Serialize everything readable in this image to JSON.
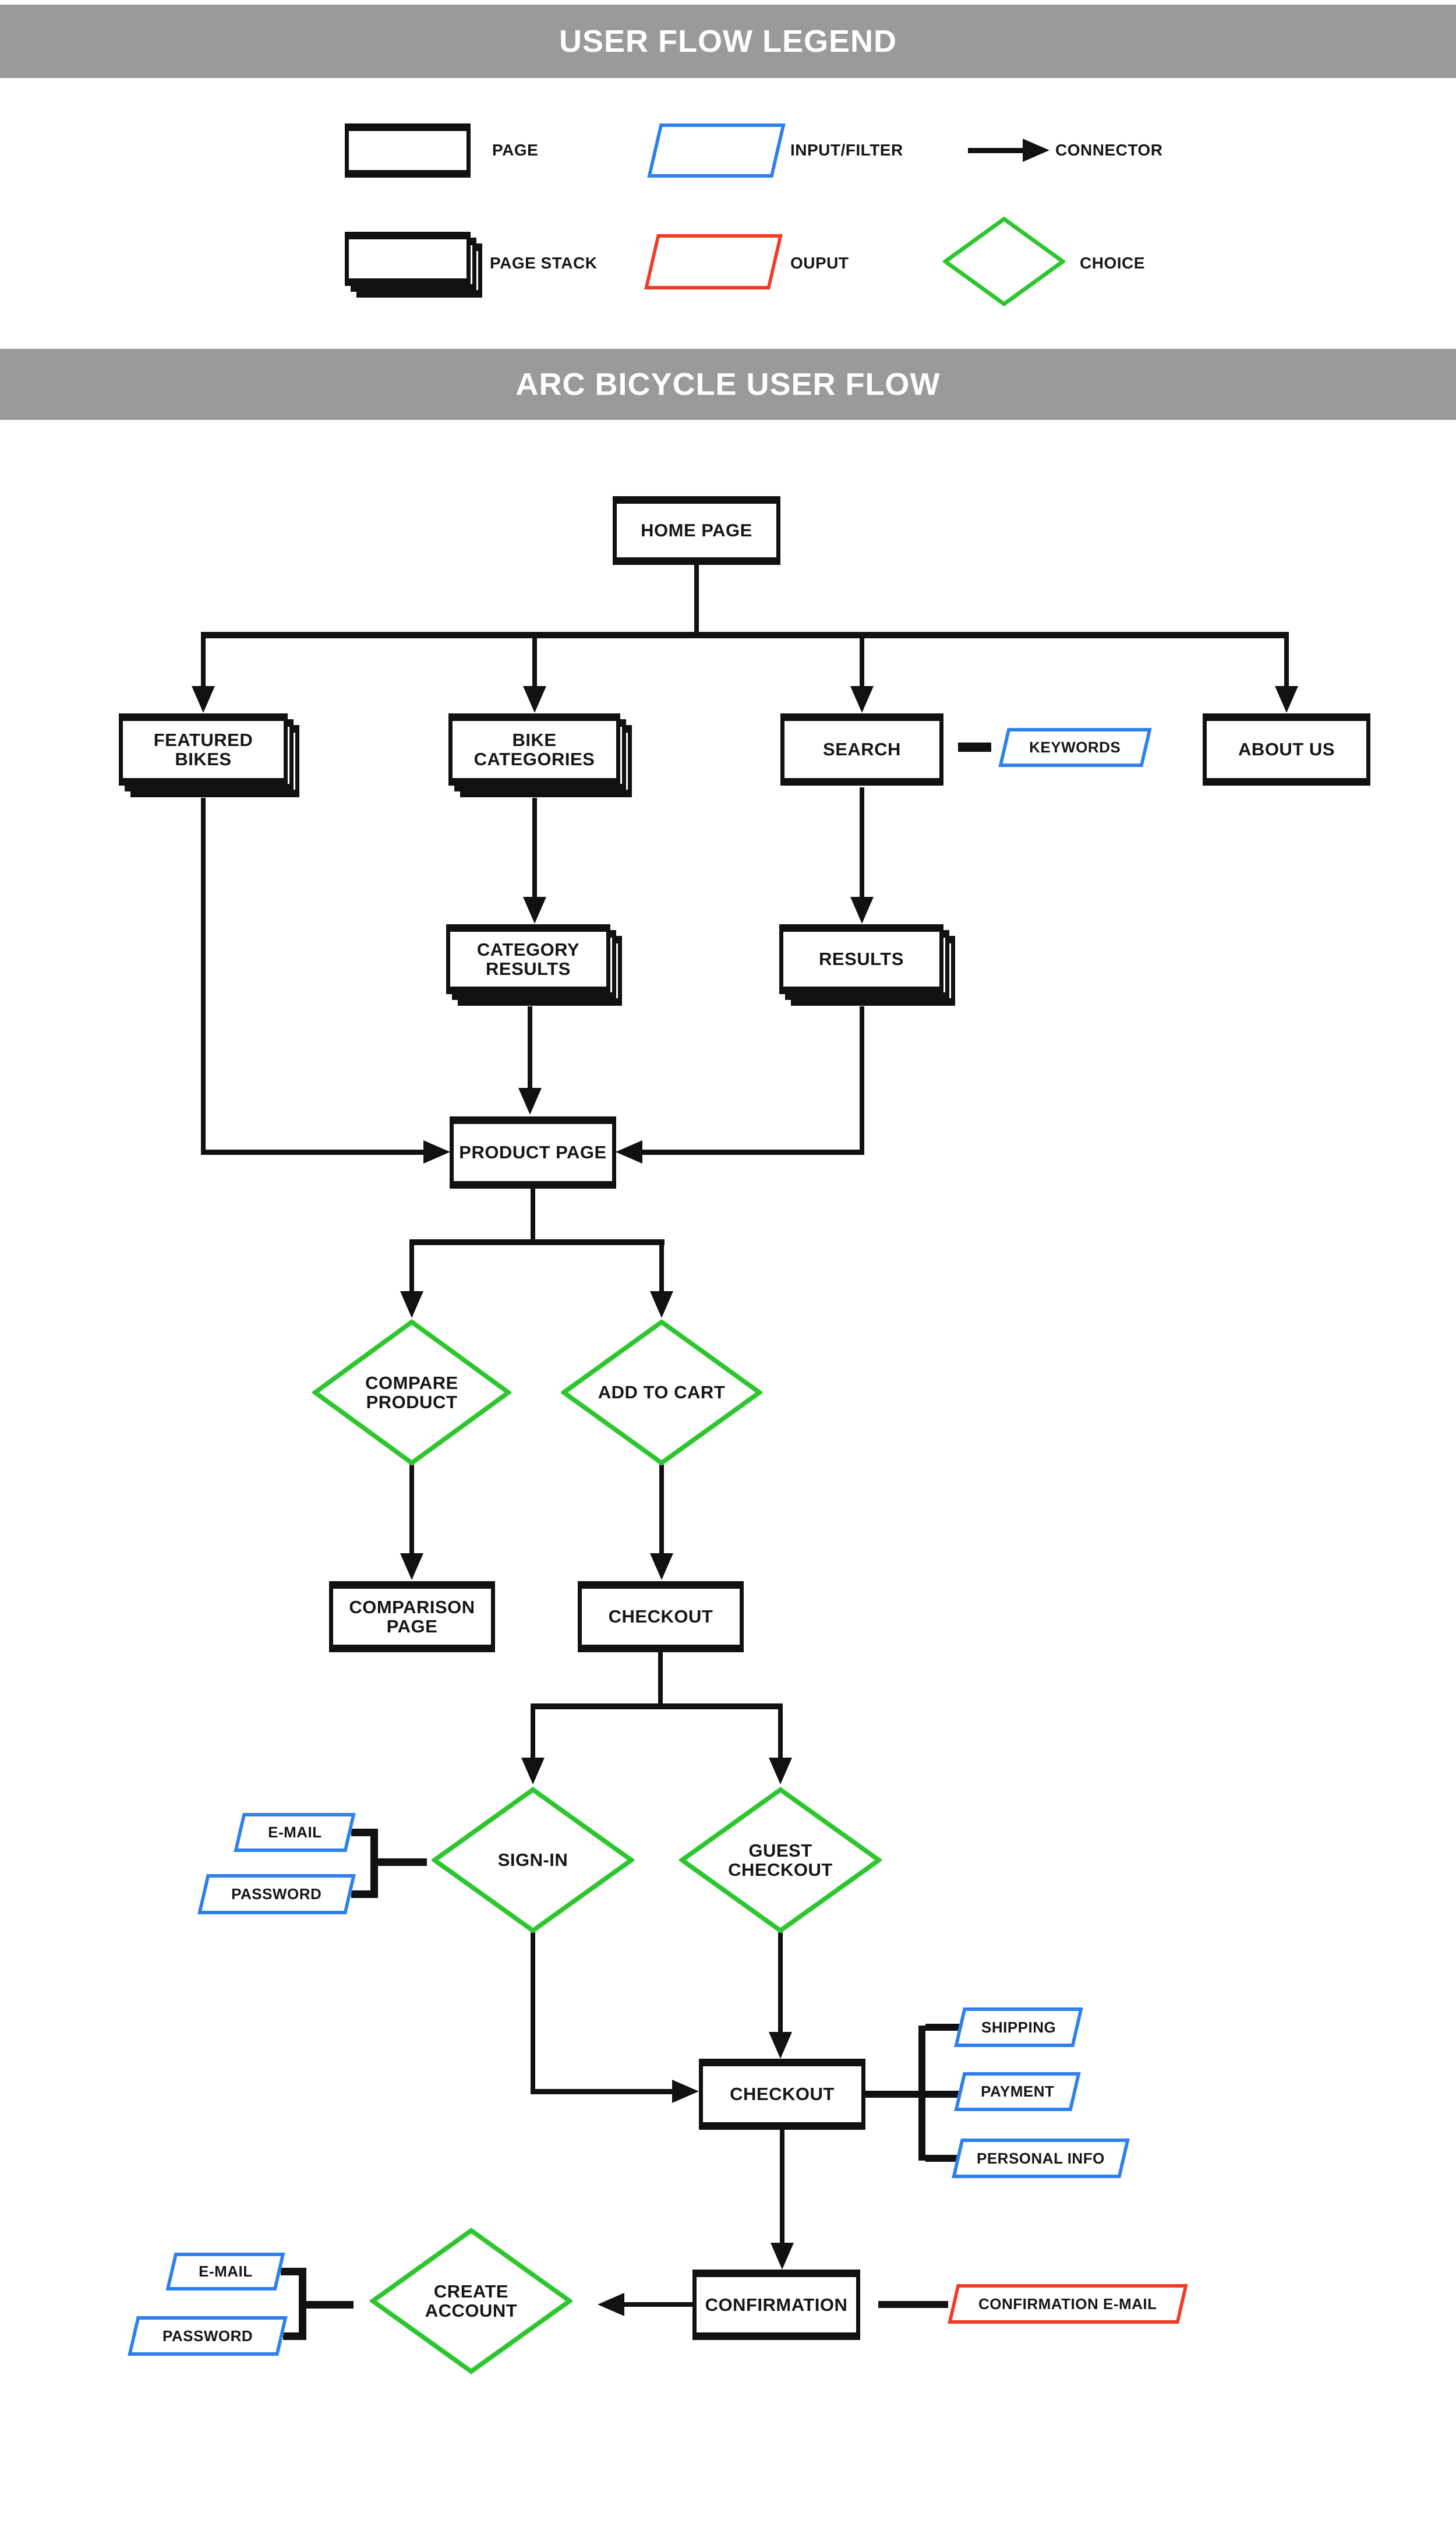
{
  "legend": {
    "title": "USER FLOW LEGEND",
    "items": {
      "page": {
        "label": "PAGE",
        "type": "page"
      },
      "input_filter": {
        "label": "INPUT/FILTER",
        "type": "input"
      },
      "connector": {
        "label": "CONNECTOR",
        "type": "connector"
      },
      "page_stack": {
        "label": "PAGE STACK",
        "type": "page-stack"
      },
      "ouput": {
        "label": "OUPUT",
        "type": "output"
      },
      "choice": {
        "label": "CHOICE",
        "type": "choice"
      }
    }
  },
  "flow": {
    "title": "ARC BICYCLE USER FLOW",
    "nodes": {
      "home_page": {
        "label": "HOME PAGE",
        "type": "page"
      },
      "featured_bikes": {
        "label": "FEATURED\nBIKES",
        "type": "page-stack"
      },
      "bike_categories": {
        "label": "BIKE\nCATEGORIES",
        "type": "page-stack"
      },
      "search": {
        "label": "SEARCH",
        "type": "page"
      },
      "keywords": {
        "label": "KEYWORDS",
        "type": "input"
      },
      "about_us": {
        "label": "ABOUT US",
        "type": "page"
      },
      "category_results": {
        "label": "CATEGORY\nRESULTS",
        "type": "page-stack"
      },
      "results": {
        "label": "RESULTS",
        "type": "page-stack"
      },
      "product_page": {
        "label": "PRODUCT PAGE",
        "type": "page"
      },
      "compare_product": {
        "label": "COMPARE\nPRODUCT",
        "type": "choice"
      },
      "add_to_cart": {
        "label": "ADD TO CART",
        "type": "choice"
      },
      "comparison_page": {
        "label": "COMPARISON\nPAGE",
        "type": "page"
      },
      "checkout_1": {
        "label": "CHECKOUT",
        "type": "page"
      },
      "sign_in": {
        "label": "SIGN-IN",
        "type": "choice"
      },
      "guest_checkout": {
        "label": "GUEST\nCHECKOUT",
        "type": "choice"
      },
      "email_sign_in": {
        "label": "E-MAIL",
        "type": "input"
      },
      "password_sign_in": {
        "label": "PASSWORD",
        "type": "input"
      },
      "checkout_2": {
        "label": "CHECKOUT",
        "type": "page"
      },
      "shipping": {
        "label": "SHIPPING",
        "type": "input"
      },
      "payment": {
        "label": "PAYMENT",
        "type": "input"
      },
      "personal_info": {
        "label": "PERSONAL INFO",
        "type": "input"
      },
      "confirmation": {
        "label": "CONFIRMATION",
        "type": "page"
      },
      "confirmation_email": {
        "label": "CONFIRMATION E-MAIL",
        "type": "output"
      },
      "create_account": {
        "label": "CREATE\nACCOUNT",
        "type": "choice"
      },
      "email_create": {
        "label": "E-MAIL",
        "type": "input"
      },
      "password_create": {
        "label": "PASSWORD",
        "type": "input"
      }
    }
  },
  "colors": {
    "header_bg": "#9A9A9A",
    "header_text": "#FFFFFF",
    "line": "#111111",
    "page_border": "#111111",
    "input_border": "#2F80ED",
    "output_border": "#F23B25",
    "choice_border": "#2EC62E",
    "label_text": "#161616"
  }
}
